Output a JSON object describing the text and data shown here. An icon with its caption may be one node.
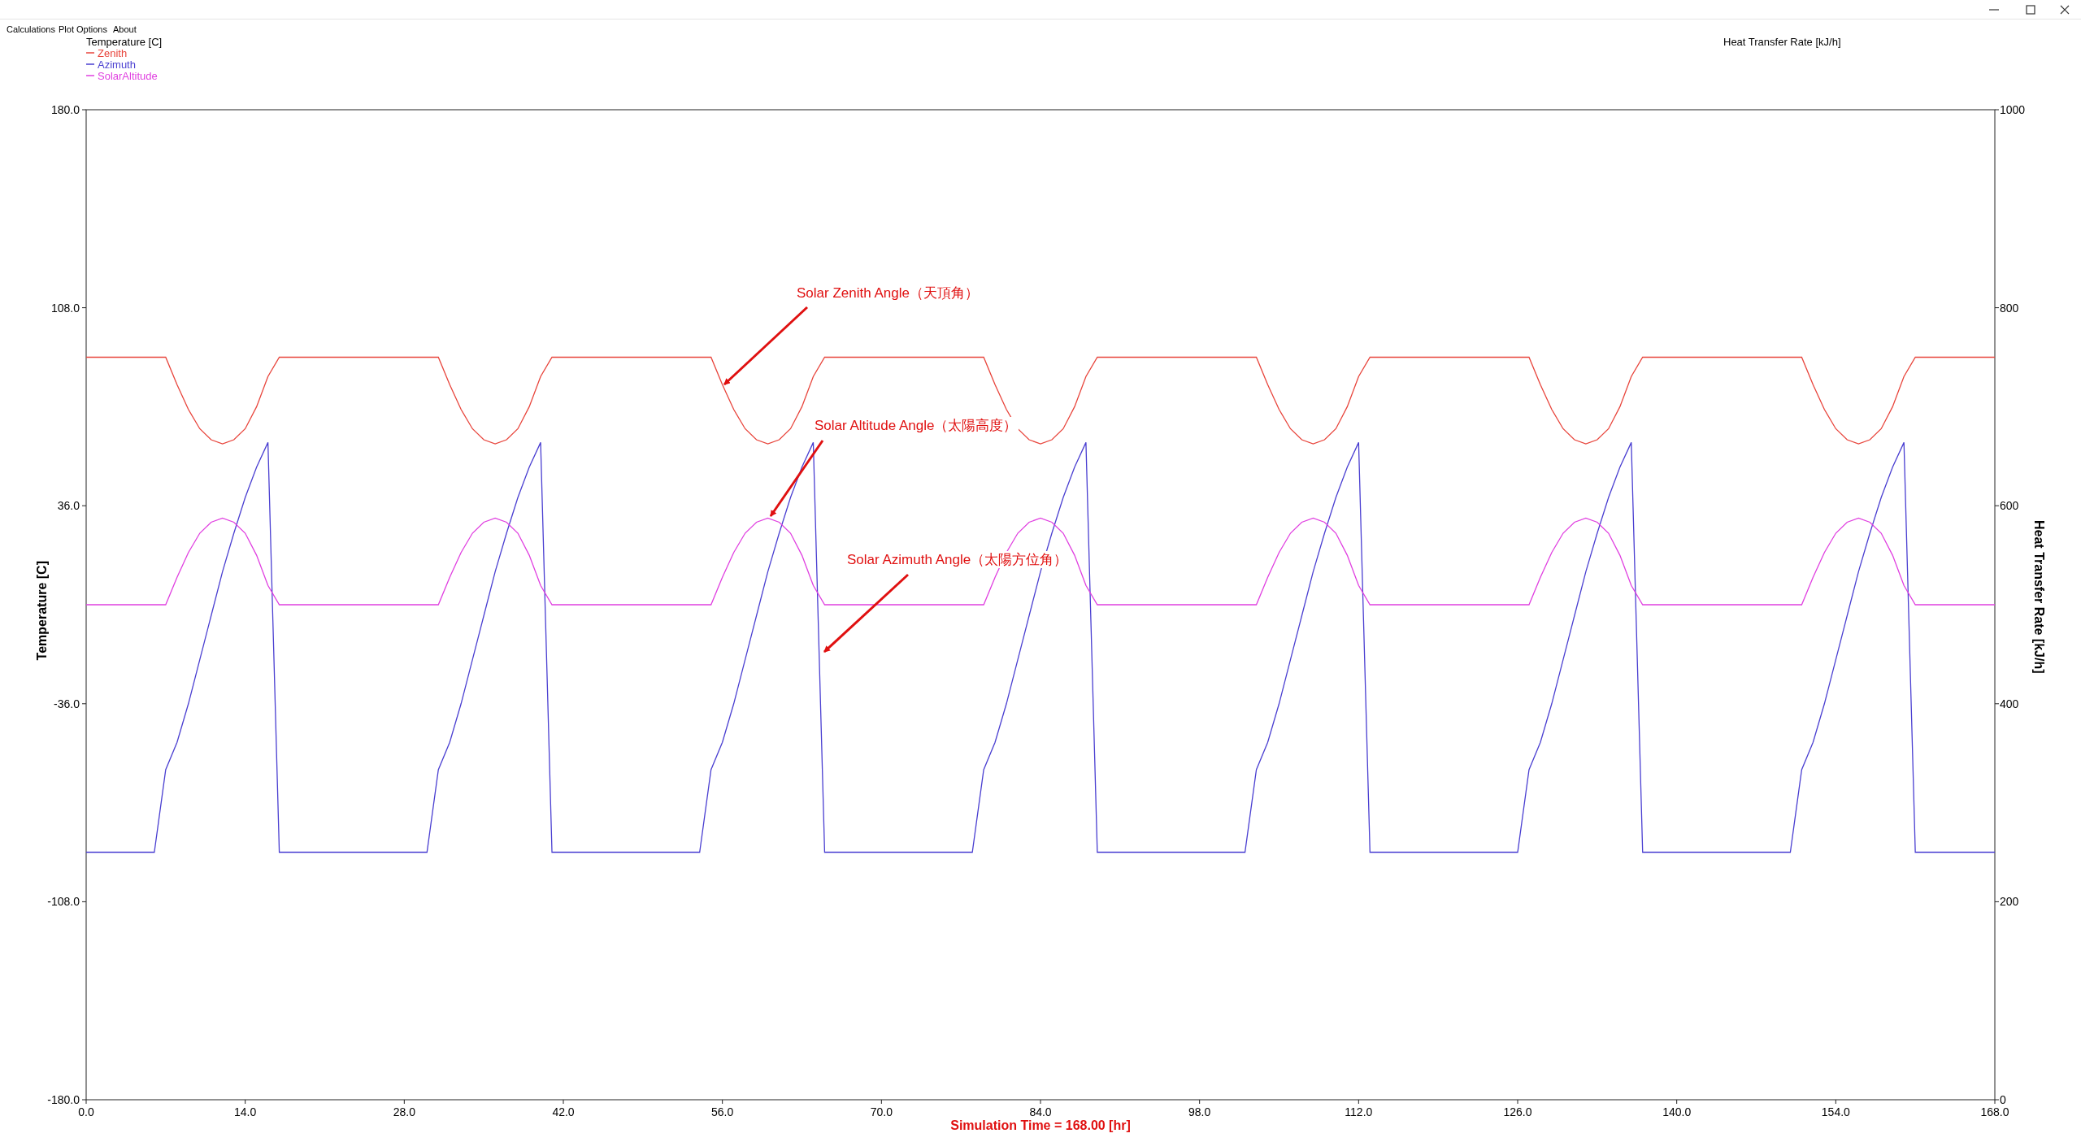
{
  "diagram": {
    "nodes": [
      {
        "text": [
          "Solar Zenith Angle（天頂角）"
        ]
      },
      {
        "text": [
          "Solar Altitude Angle（太陽高度）"
        ]
      },
      {
        "text": [
          "Solar Azimuth Angle（太陽方位角）"
        ]
      }
    ],
    "edges": [
      {
        "from": 0,
        "to": null,
        "arrow": "to"
      },
      {
        "from": 1,
        "to": null,
        "arrow": "to"
      },
      {
        "from": 2,
        "to": null,
        "arrow": "to"
      }
    ],
    "labels": [
      "Calculations",
      "Plot Options",
      "About",
      "Temperature [C]",
      "Heat Transfer Rate [kJ/h]",
      "1000",
      "800",
      "600",
      "400",
      "200",
      "0",
      "Heat Transfer Rate [kJ/h]"
    ],
    "chart_data": {
      "type": "line",
      "legend": "top-left",
      "xlabel": "Simulation Time = 168.00 [hr]",
      "ylabel": "Temperature [C]",
      "xlim": [
        0,
        168
      ],
      "ylim": [
        -180,
        180
      ],
      "xticks": [
        {
          "value": 0,
          "label": "0.0"
        },
        {
          "value": 14,
          "label": "14.0"
        },
        {
          "value": 28,
          "label": "28.0"
        },
        {
          "value": 42,
          "label": "42.0"
        },
        {
          "value": 56,
          "label": "56.0"
        },
        {
          "value": 70,
          "label": "70.0"
        },
        {
          "value": 84,
          "label": "84.0"
        },
        {
          "value": 98,
          "label": "98.0"
        },
        {
          "value": 112,
          "label": "112.0"
        },
        {
          "value": 126,
          "label": "126.0"
        },
        {
          "value": 140,
          "label": "140.0"
        },
        {
          "value": 154,
          "label": "154.0"
        },
        {
          "value": 168,
          "label": "168.0"
        }
      ],
      "yticks": [
        {
          "value": 180,
          "label": "180.0"
        },
        {
          "value": 108,
          "label": "108.0"
        },
        {
          "value": 36,
          "label": "36.0"
        },
        {
          "value": -36,
          "label": "-36.0"
        },
        {
          "value": -108,
          "label": "-108.0"
        },
        {
          "value": -180,
          "label": "-180.0"
        }
      ],
      "x": [
        0,
        1,
        2,
        3,
        4,
        5,
        6,
        7,
        8,
        9,
        10,
        11,
        12,
        13,
        14,
        15,
        16,
        17,
        18,
        19,
        20,
        21,
        22,
        23,
        24,
        25,
        26,
        27,
        28,
        29,
        30,
        31,
        32,
        33,
        34,
        35,
        36,
        37,
        38,
        39,
        40,
        41,
        42,
        43,
        44,
        45,
        46,
        47,
        48,
        49,
        50,
        51,
        52,
        53,
        54,
        55,
        56,
        57,
        58,
        59,
        60,
        61,
        62,
        63,
        64,
        65,
        66,
        67,
        68,
        69,
        70,
        71,
        72,
        73,
        74,
        75,
        76,
        77,
        78,
        79,
        80,
        81,
        82,
        83,
        84,
        85,
        86,
        87,
        88,
        89,
        90,
        91,
        92,
        93,
        94,
        95,
        96,
        97,
        98,
        99,
        100,
        101,
        102,
        103,
        104,
        105,
        106,
        107,
        108,
        109,
        110,
        111,
        112,
        113,
        114,
        115,
        116,
        117,
        118,
        119,
        120,
        121,
        122,
        123,
        124,
        125,
        126,
        127,
        128,
        129,
        130,
        131,
        132,
        133,
        134,
        135,
        136,
        137,
        138,
        139,
        140,
        141,
        142,
        143,
        144,
        145,
        146,
        147,
        148,
        149,
        150,
        151,
        152,
        153,
        154,
        155,
        156,
        157,
        158,
        159,
        160,
        161,
        162,
        163,
        164,
        165,
        166,
        167,
        168
      ],
      "series": [
        {
          "name": "Zenith",
          "color": "#e8453c",
          "values": [
            90,
            90,
            90,
            90,
            90,
            90,
            90,
            90,
            80,
            71,
            64,
            60,
            58.5,
            60,
            64,
            72,
            83,
            90,
            90,
            90,
            90,
            90,
            90,
            90,
            90,
            90,
            90,
            90,
            90,
            90,
            90,
            90,
            80,
            71,
            64,
            60,
            58.5,
            60,
            64,
            72,
            83,
            90,
            90,
            90,
            90,
            90,
            90,
            90,
            90,
            90,
            90,
            90,
            90,
            90,
            90,
            90,
            80,
            71,
            64,
            60,
            58.5,
            60,
            64,
            72,
            83,
            90,
            90,
            90,
            90,
            90,
            90,
            90,
            90,
            90,
            90,
            90,
            90,
            90,
            90,
            90,
            80,
            71,
            64,
            60,
            58.5,
            60,
            64,
            72,
            83,
            90,
            90,
            90,
            90,
            90,
            90,
            90,
            90,
            90,
            90,
            90,
            90,
            90,
            90,
            90,
            80,
            71,
            64,
            60,
            58.5,
            60,
            64,
            72,
            83,
            90,
            90,
            90,
            90,
            90,
            90,
            90,
            90,
            90,
            90,
            90,
            90,
            90,
            90,
            90,
            80,
            71,
            64,
            60,
            58.5,
            60,
            64,
            72,
            83,
            90,
            90,
            90,
            90,
            90,
            90,
            90,
            90,
            90,
            90,
            90,
            90,
            90,
            90,
            90,
            80,
            71,
            64,
            60,
            58.5,
            60,
            64,
            72,
            83,
            90,
            90,
            90,
            90,
            90,
            90,
            90,
            90
          ]
        },
        {
          "name": "Azimuth",
          "color": "#4a3fd1",
          "values": [
            -90,
            -90,
            -90,
            -90,
            -90,
            -90,
            -90,
            -60,
            -50,
            -36,
            -20,
            -4,
            12,
            26,
            39,
            50,
            59,
            -90,
            -90,
            -90,
            -90,
            -90,
            -90,
            -90,
            -90,
            -90,
            -90,
            -90,
            -90,
            -90,
            -90,
            -60,
            -50,
            -36,
            -20,
            -4,
            12,
            26,
            39,
            50,
            59,
            -90,
            -90,
            -90,
            -90,
            -90,
            -90,
            -90,
            -90,
            -90,
            -90,
            -90,
            -90,
            -90,
            -90,
            -60,
            -50,
            -36,
            -20,
            -4,
            12,
            26,
            39,
            50,
            59,
            -90,
            -90,
            -90,
            -90,
            -90,
            -90,
            -90,
            -90,
            -90,
            -90,
            -90,
            -90,
            -90,
            -90,
            -60,
            -50,
            -36,
            -20,
            -4,
            12,
            26,
            39,
            50,
            59,
            -90,
            -90,
            -90,
            -90,
            -90,
            -90,
            -90,
            -90,
            -90,
            -90,
            -90,
            -90,
            -90,
            -90,
            -60,
            -50,
            -36,
            -20,
            -4,
            12,
            26,
            39,
            50,
            59,
            -90,
            -90,
            -90,
            -90,
            -90,
            -90,
            -90,
            -90,
            -90,
            -90,
            -90,
            -90,
            -90,
            -90,
            -60,
            -50,
            -36,
            -20,
            -4,
            12,
            26,
            39,
            50,
            59,
            -90,
            -90,
            -90,
            -90,
            -90,
            -90,
            -90,
            -90,
            -90,
            -90,
            -90,
            -90,
            -90,
            -90,
            -60,
            -50,
            -36,
            -20,
            -4,
            12,
            26,
            39,
            50,
            59,
            -90,
            -90,
            -90,
            -90,
            -90,
            -90,
            -90,
            -90
          ]
        },
        {
          "name": "SolarAltitude",
          "color": "#e040e0",
          "values": [
            0,
            0,
            0,
            0,
            0,
            0,
            0,
            0,
            10,
            19,
            26,
            30,
            31.5,
            30,
            26,
            18,
            7,
            0,
            0,
            0,
            0,
            0,
            0,
            0,
            0,
            0,
            0,
            0,
            0,
            0,
            0,
            0,
            10,
            19,
            26,
            30,
            31.5,
            30,
            26,
            18,
            7,
            0,
            0,
            0,
            0,
            0,
            0,
            0,
            0,
            0,
            0,
            0,
            0,
            0,
            0,
            0,
            10,
            19,
            26,
            30,
            31.5,
            30,
            26,
            18,
            7,
            0,
            0,
            0,
            0,
            0,
            0,
            0,
            0,
            0,
            0,
            0,
            0,
            0,
            0,
            0,
            10,
            19,
            26,
            30,
            31.5,
            30,
            26,
            18,
            7,
            0,
            0,
            0,
            0,
            0,
            0,
            0,
            0,
            0,
            0,
            0,
            0,
            0,
            0,
            0,
            10,
            19,
            26,
            30,
            31.5,
            30,
            26,
            18,
            7,
            0,
            0,
            0,
            0,
            0,
            0,
            0,
            0,
            0,
            0,
            0,
            0,
            0,
            0,
            0,
            10,
            19,
            26,
            30,
            31.5,
            30,
            26,
            18,
            7,
            0,
            0,
            0,
            0,
            0,
            0,
            0,
            0,
            0,
            0,
            0,
            0,
            0,
            0,
            0,
            10,
            19,
            26,
            30,
            31.5,
            30,
            26,
            18,
            7,
            0,
            0,
            0,
            0,
            0,
            0,
            0,
            0
          ]
        }
      ]
    }
  }
}
